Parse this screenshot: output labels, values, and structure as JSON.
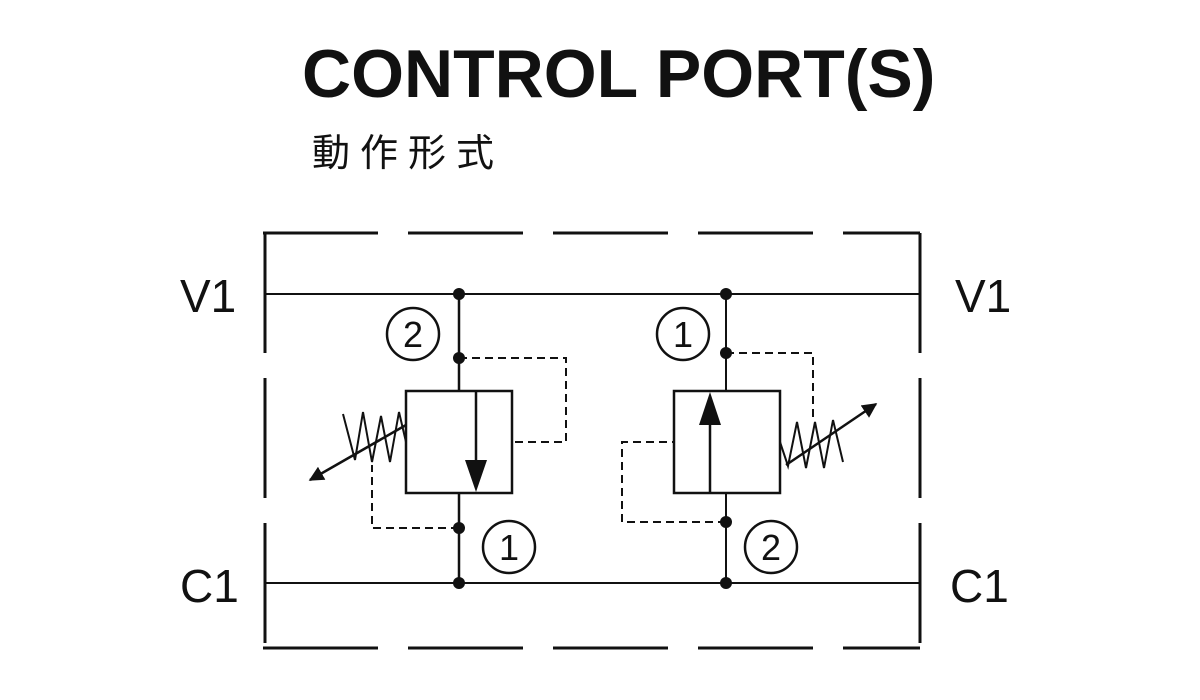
{
  "title": "CONTROL PORT(S)",
  "subtitle": "動作形式",
  "ports": {
    "v1_left": "V1",
    "v1_right": "V1",
    "c1_left": "C1",
    "c1_right": "C1"
  },
  "valve_left": {
    "top_marker": "2",
    "bottom_marker": "1"
  },
  "valve_right": {
    "top_marker": "1",
    "bottom_marker": "2"
  }
}
